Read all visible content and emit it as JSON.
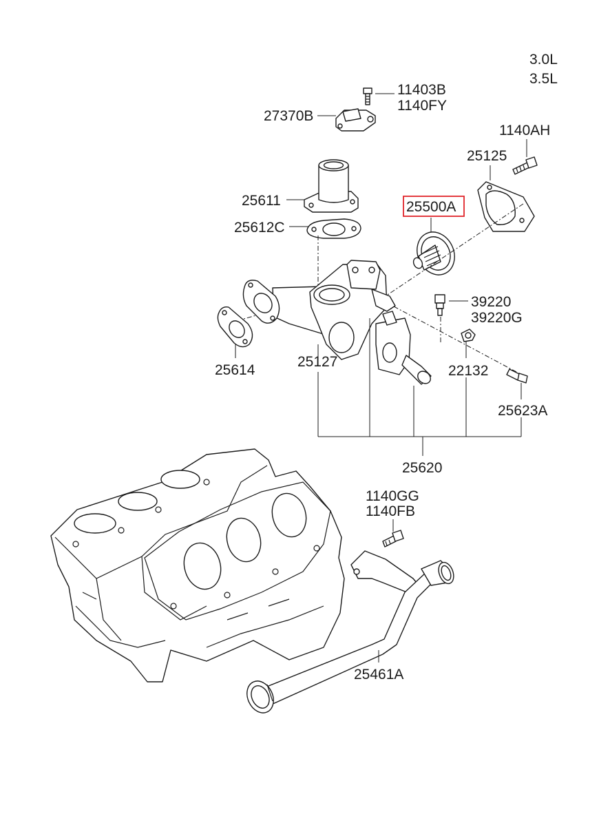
{
  "engine_variants": [
    "3.0L",
    "3.5L"
  ],
  "highlight_color": "#e0242a",
  "parts": {
    "p11403B": "11403B",
    "p1140FY": "1140FY",
    "p27370B": "27370B",
    "p1140AH": "1140AH",
    "p25125": "25125",
    "p25611": "25611",
    "p25500A": "25500A",
    "p25612C": "25612C",
    "p39220": "39220",
    "p39220G": "39220G",
    "p25614": "25614",
    "p25127": "25127",
    "p22132": "22132",
    "p25623A": "25623A",
    "p25620": "25620",
    "p1140GG": "1140GG",
    "p1140FB": "1140FB",
    "p25461A": "25461A"
  }
}
